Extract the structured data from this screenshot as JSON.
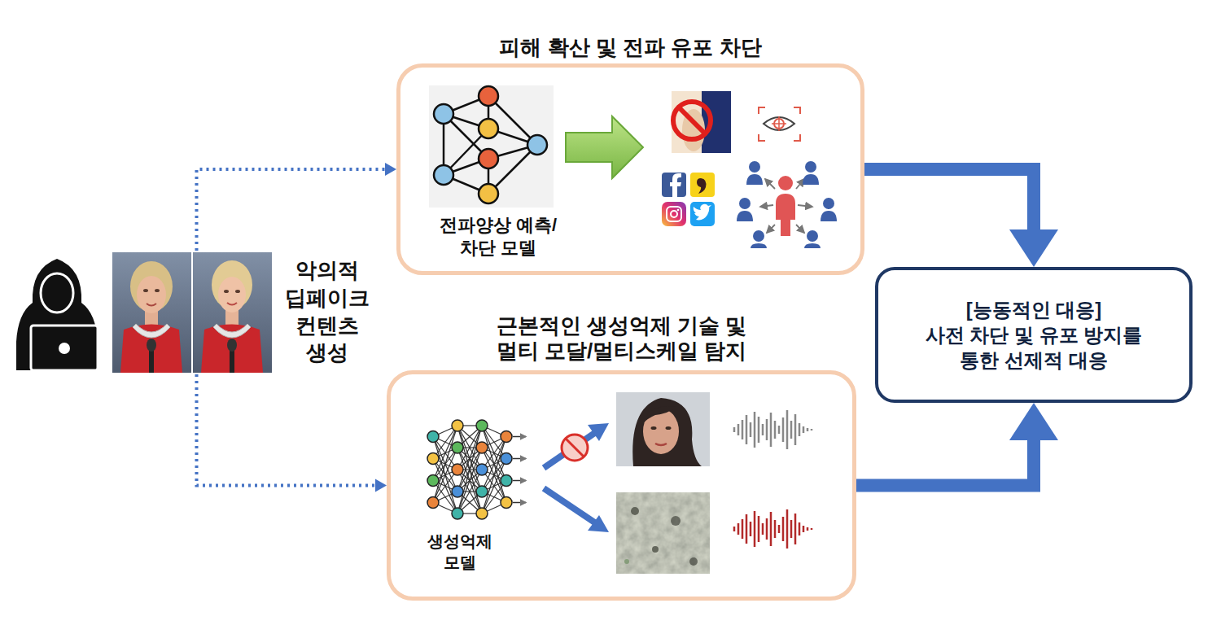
{
  "diagram": {
    "nodes": [
      {
        "text": [
          "악의적 딥페이크 컨텐츠 생성"
        ]
      },
      {
        "text": [
          "피해 확산 및 전파 유포 차단",
          "전파양상 예측/차단 모델"
        ]
      },
      {
        "text": [
          "근본적인 생성억제 기술 및 멀티 모달/멀티스케일 탐지",
          "생성억제 모델"
        ]
      },
      {
        "text": [
          "[능동적인 대응]",
          "사전 차단 및 유포 방지를 통한 선제적 대응"
        ]
      }
    ],
    "edges": [
      {
        "from": 0,
        "to": 1,
        "arrow": "to"
      },
      {
        "from": 0,
        "to": 2,
        "arrow": "to"
      },
      {
        "from": 1,
        "to": 3,
        "arrow": "to"
      },
      {
        "from": 2,
        "to": 3,
        "arrow": "to"
      }
    ]
  }
}
